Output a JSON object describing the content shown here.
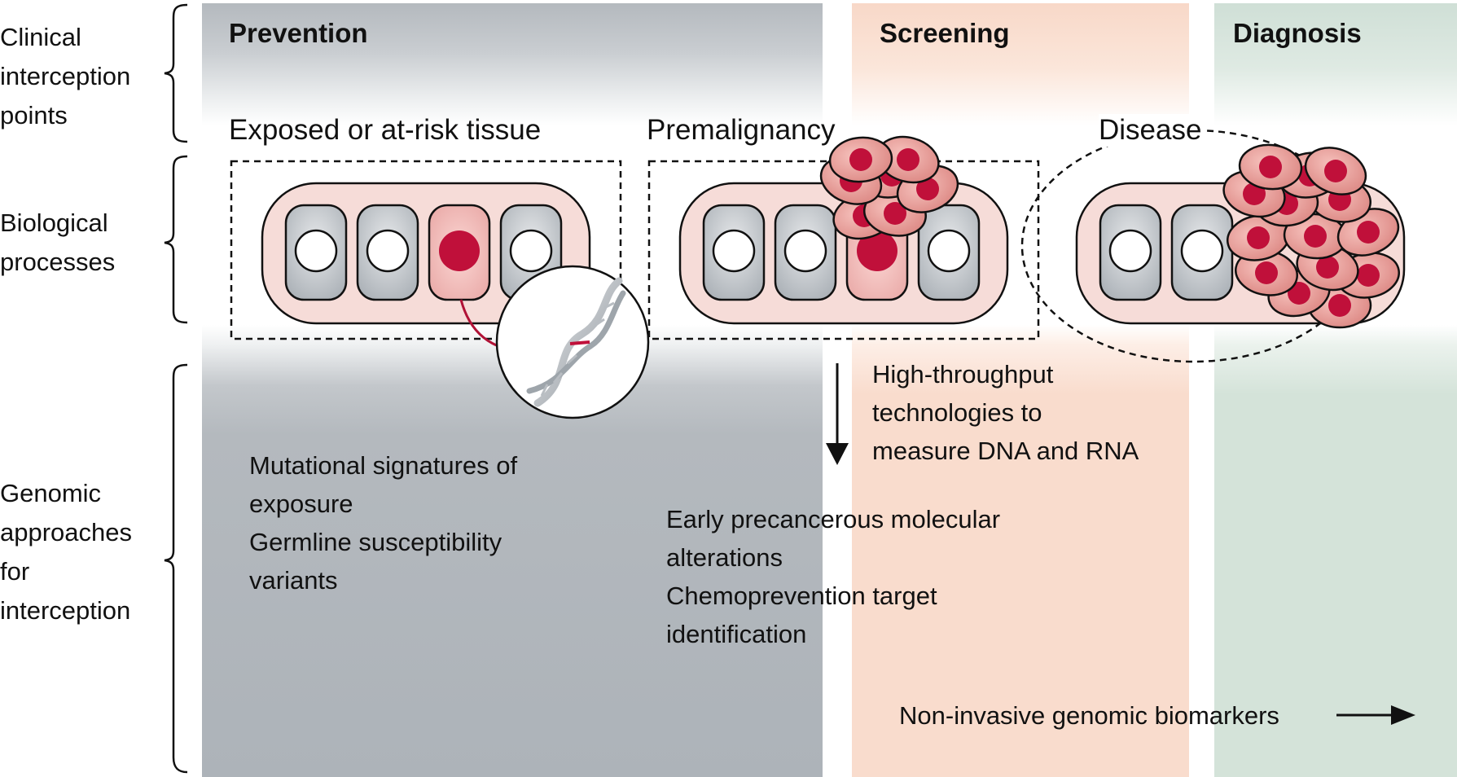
{
  "row_labels": {
    "clinical": [
      "Clinical",
      "interception",
      "points"
    ],
    "biological": [
      "Biological",
      "processes"
    ],
    "genomic": [
      "Genomic",
      "approaches",
      "for",
      "interception"
    ]
  },
  "bands": {
    "prevention": "Prevention",
    "screening": "Screening",
    "diagnosis": "Diagnosis"
  },
  "stages": {
    "exposed": "Exposed or at-risk tissue",
    "premalignancy": "Premalignancy",
    "disease": "Disease"
  },
  "approaches": {
    "prevention": [
      "Mutational signatures of",
      "exposure",
      "Germline susceptibility",
      "variants"
    ],
    "throughput": [
      "High-throughput",
      "technologies to",
      "measure DNA and RNA"
    ],
    "precancer": [
      "Early precancerous molecular",
      "alterations",
      "Chemoprevention target",
      "identification"
    ],
    "biomarkers": "Non-invasive genomic biomarkers"
  },
  "colors": {
    "prevention_band": "#b4b9be",
    "screening_band": "#f9dccd",
    "diagnosis_band": "#d4e3d9",
    "tissue_fill": "#f6dcd8",
    "mutant_nucleus": "#c0103a"
  }
}
